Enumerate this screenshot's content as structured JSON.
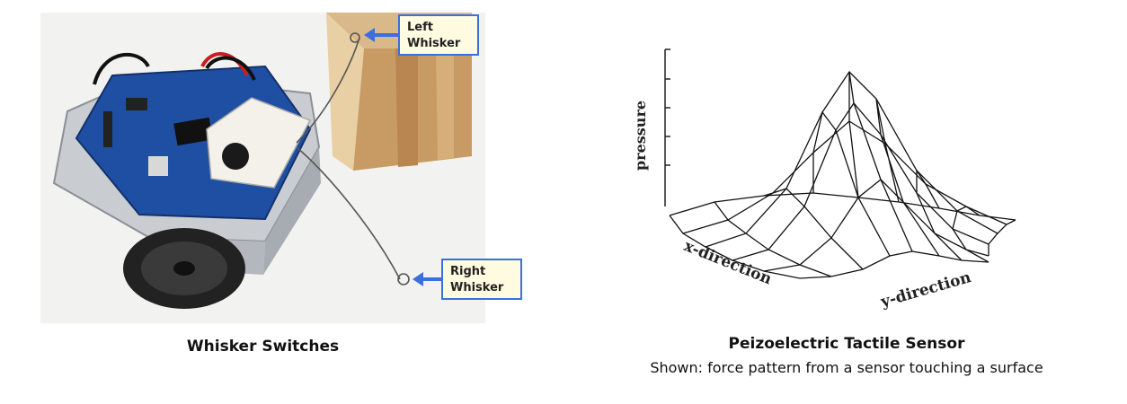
{
  "left_panel": {
    "callouts": {
      "left": [
        "Left",
        "Whisker"
      ],
      "right": [
        "Right",
        "Whisker"
      ]
    },
    "caption": "Whisker Switches"
  },
  "right_panel": {
    "axis_labels": {
      "z": "pressure",
      "x": "x-direction",
      "y": "y-direction"
    },
    "caption_title": "Peizoelectric Tactile Sensor",
    "caption_subtitle": "Shown: force pattern from a sensor touching a surface"
  }
}
